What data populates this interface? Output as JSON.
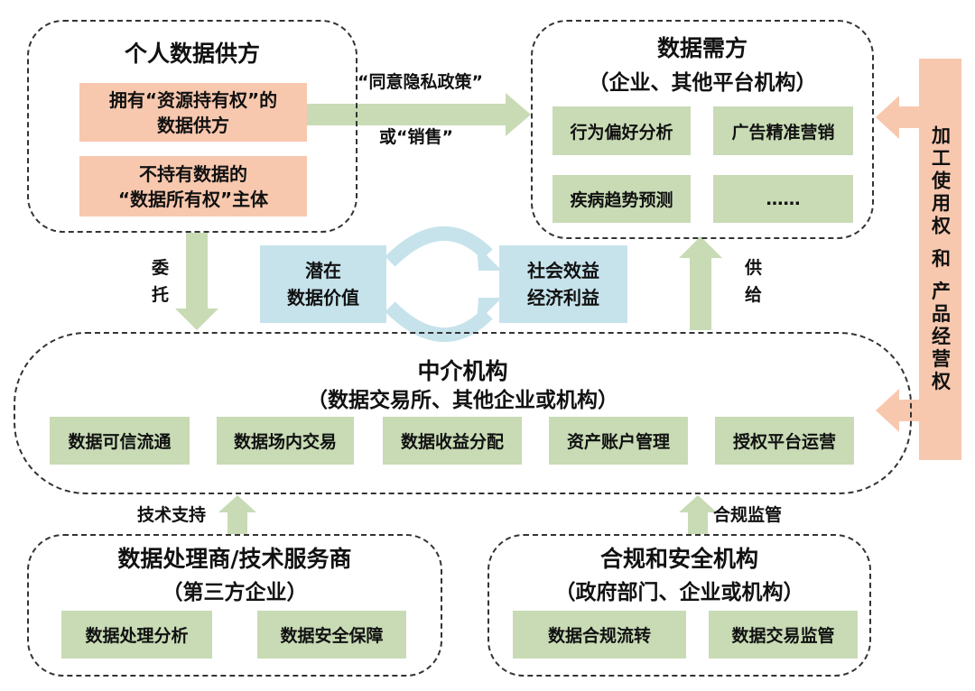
{
  "supplier": {
    "title": "个人数据供方",
    "items": [
      "拥有“资源持有权”的\n数据供方",
      "不持有数据的\n“数据所有权”主体"
    ]
  },
  "demand": {
    "title": "数据需方",
    "subtitle": "（企业、其他平台机构）",
    "items": [
      "行为偏好分析",
      "广告精准营销",
      "疾病趋势预测",
      "……"
    ]
  },
  "arrow_labels": {
    "consent": "“同意隐私政策”",
    "sale": "或“销售”",
    "entrust": "委\n托",
    "supply": "供\n给",
    "tech": "技术支持",
    "compliance": "合规监管"
  },
  "value": {
    "potential": "潜在\n数据价值",
    "benefit": "社会效益\n经济利益"
  },
  "rights": {
    "text": "加工使用权 和 产品经营权"
  },
  "intermediary": {
    "title": "中介机构",
    "subtitle": "（数据交易所、其他企业或机构）",
    "items": [
      "数据可信流通",
      "数据场内交易",
      "数据收益分配",
      "资产账户管理",
      "授权平台运营"
    ]
  },
  "processor": {
    "title": "数据处理商/技术服务商",
    "subtitle": "（第三方企业）",
    "items": [
      "数据处理分析",
      "数据安全保障"
    ]
  },
  "regulator": {
    "title": "合规和安全机构",
    "subtitle": "（政府部门、企业或机构）",
    "items": [
      "数据合规流转",
      "数据交易监管"
    ]
  },
  "colors": {
    "salmon": "#f8c8ae",
    "green": "#c8dbb5",
    "blue": "#c6e3ec",
    "arrow_green": "#c8dbb5",
    "arrow_orange": "#f8c8ae"
  }
}
